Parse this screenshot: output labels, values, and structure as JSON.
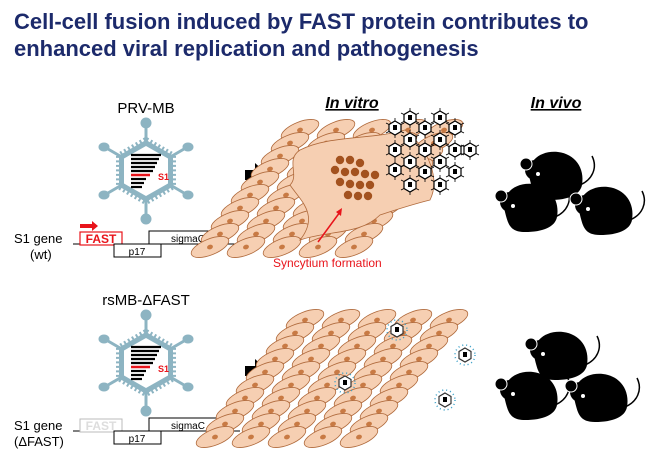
{
  "title": {
    "line1": "Cell-cell fusion induced by FAST protein contributes to",
    "line2": "enhanced viral replication and pathogenesis"
  },
  "column_headers": {
    "in_vitro": "In vitro",
    "in_vivo": "In vivo"
  },
  "top": {
    "virus_name": "PRV-MB",
    "segment_label": "S1",
    "gene_label": "S1 gene",
    "gene_variant": "(wt)",
    "orfs": {
      "fast": "FAST",
      "p17": "p17",
      "sigmac": "sigmaC"
    },
    "annotation": "Syncytium formation"
  },
  "bottom": {
    "virus_name": "rsMB-ΔFAST",
    "segment_label": "S1",
    "gene_label": "S1 gene",
    "gene_variant": "(ΔFAST)",
    "orfs": {
      "fast": "FAST",
      "p17": "p17",
      "sigmac": "sigmaC"
    }
  },
  "colors": {
    "title": "#1c2a6b",
    "accent_red": "#e8141b",
    "virus": "#8db4c2",
    "cell_fill": "#f6cfb2",
    "cell_stroke": "#b06a3c"
  }
}
